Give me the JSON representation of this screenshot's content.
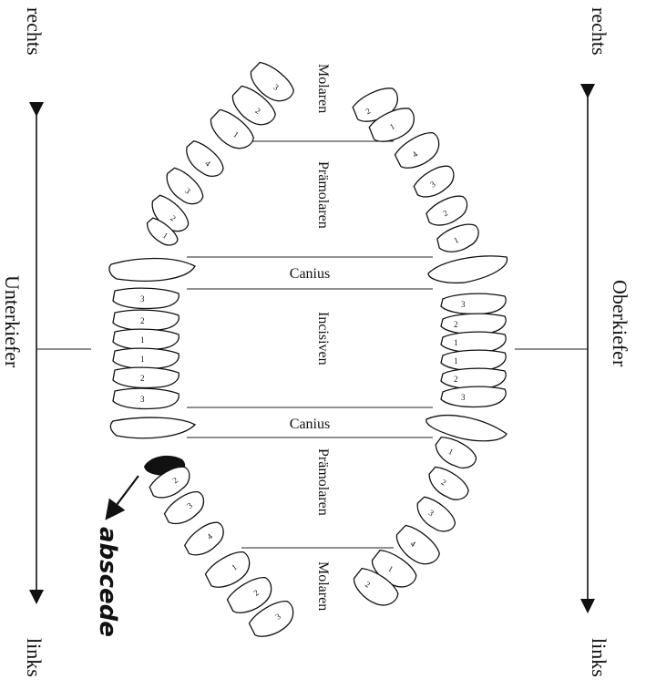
{
  "labels": {
    "left_top": "rechts",
    "left_bottom": "links",
    "left_side": "Unterkiefer",
    "right_top": "rechts",
    "right_bottom": "links",
    "right_side": "Oberkiefer",
    "molaren_top": "Molaren",
    "praemolaren_top": "Prämolaren",
    "canius_top": "Canius",
    "incisiven": "Incisiven",
    "canius_bottom": "Canius",
    "praemolaren_bottom": "Prämolaren",
    "molaren_bottom": "Molaren",
    "annotation": "abscede"
  },
  "lower_jaw_teeth": {
    "right_molars_premolars": [
      "3",
      "2",
      "1",
      "4",
      "3",
      "2",
      "1"
    ],
    "incisors": [
      "3",
      "2",
      "1",
      "1",
      "2",
      "3"
    ],
    "left_premolars_molars": [
      "2",
      "3",
      "4",
      "1",
      "2",
      "3"
    ]
  },
  "upper_jaw_teeth": {
    "right_molars_premolars": [
      "2",
      "1",
      "4",
      "3",
      "2",
      "1"
    ],
    "incisors": [
      "3",
      "2",
      "1",
      "1",
      "2",
      "3"
    ],
    "left_premolars_molars": [
      "1",
      "2",
      "3",
      "4",
      "1",
      "2"
    ]
  }
}
